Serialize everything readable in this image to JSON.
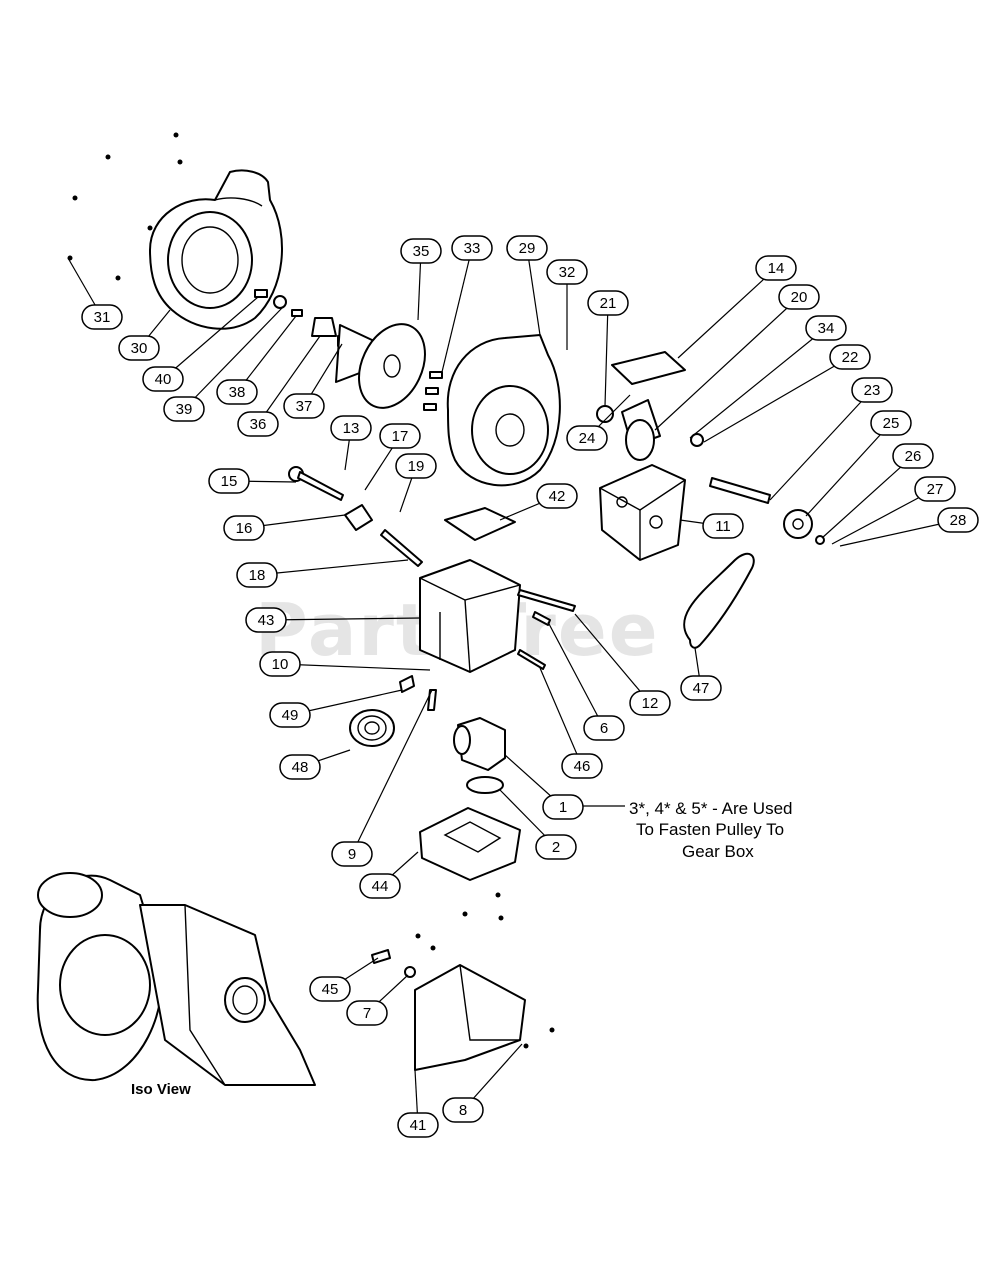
{
  "watermark": "PartsTree",
  "note": {
    "lines": [
      "3*, 4* & 5* - Are Used",
      "To Fasten Pulley To",
      "Gear Box"
    ]
  },
  "iso_view_label": "Iso View",
  "callouts": [
    "31",
    "30",
    "40",
    "39",
    "38",
    "36",
    "37",
    "35",
    "33",
    "29",
    "32",
    "21",
    "14",
    "20",
    "34",
    "22",
    "23",
    "25",
    "26",
    "27",
    "28",
    "13",
    "17",
    "19",
    "15",
    "16",
    "24",
    "42",
    "11",
    "18",
    "43",
    "10",
    "49",
    "48",
    "9",
    "12",
    "6",
    "46",
    "47",
    "1",
    "2",
    "44",
    "45",
    "7",
    "41",
    "8"
  ]
}
